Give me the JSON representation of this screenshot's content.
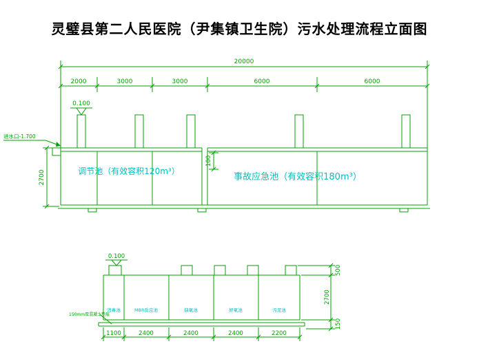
{
  "title": "灵璧县第二人民医院（尹集镇卫生院）污水处理流程立面图",
  "colors": {
    "line_green": "#00A000",
    "label_cyan": "#00C0C0",
    "title_black": "#000000"
  },
  "upper": {
    "dim_total": "20000",
    "dims": [
      "2000",
      "3000",
      "3000",
      "6000",
      "6000"
    ],
    "elevation": "0.100",
    "inlet": "进水口-1.700",
    "height_dim": "2700",
    "step_dim": "100",
    "tank_left_label": "调节池（有效容积120m³）",
    "tank_right_label": "事故应急池（有效容积180m³）"
  },
  "lower": {
    "elevation": "0.100",
    "compartments": [
      "消毒池",
      "MBR反应池",
      "缺氧池",
      "好氧池",
      "污泥池"
    ],
    "cushion": "150mm厚混凝土垫层",
    "width_dims": [
      "1100",
      "2400",
      "2400",
      "2400",
      "2200"
    ],
    "height_dims": [
      "500",
      "2700",
      "150"
    ]
  }
}
